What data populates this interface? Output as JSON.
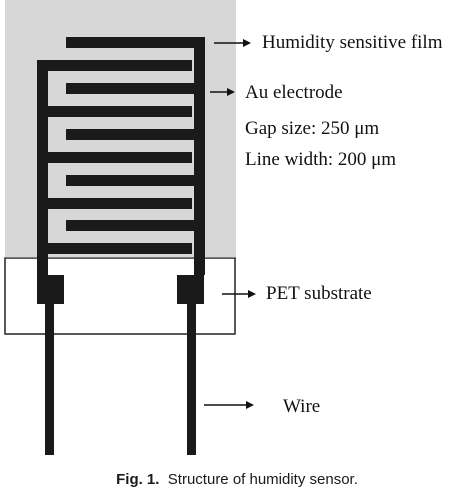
{
  "labels": {
    "film": "Humidity sensitive film",
    "electrode": "Au electrode",
    "gap": "Gap size: 250 μm",
    "width": "Line width: 200 μm",
    "substrate": "PET substrate",
    "wire": "Wire"
  },
  "caption": {
    "fig": "Fig. 1.",
    "text": "Structure of humidity sensor."
  },
  "colors": {
    "film": "#d7d7d7",
    "electrode": "#1a1a1a",
    "outline": "#222222"
  }
}
